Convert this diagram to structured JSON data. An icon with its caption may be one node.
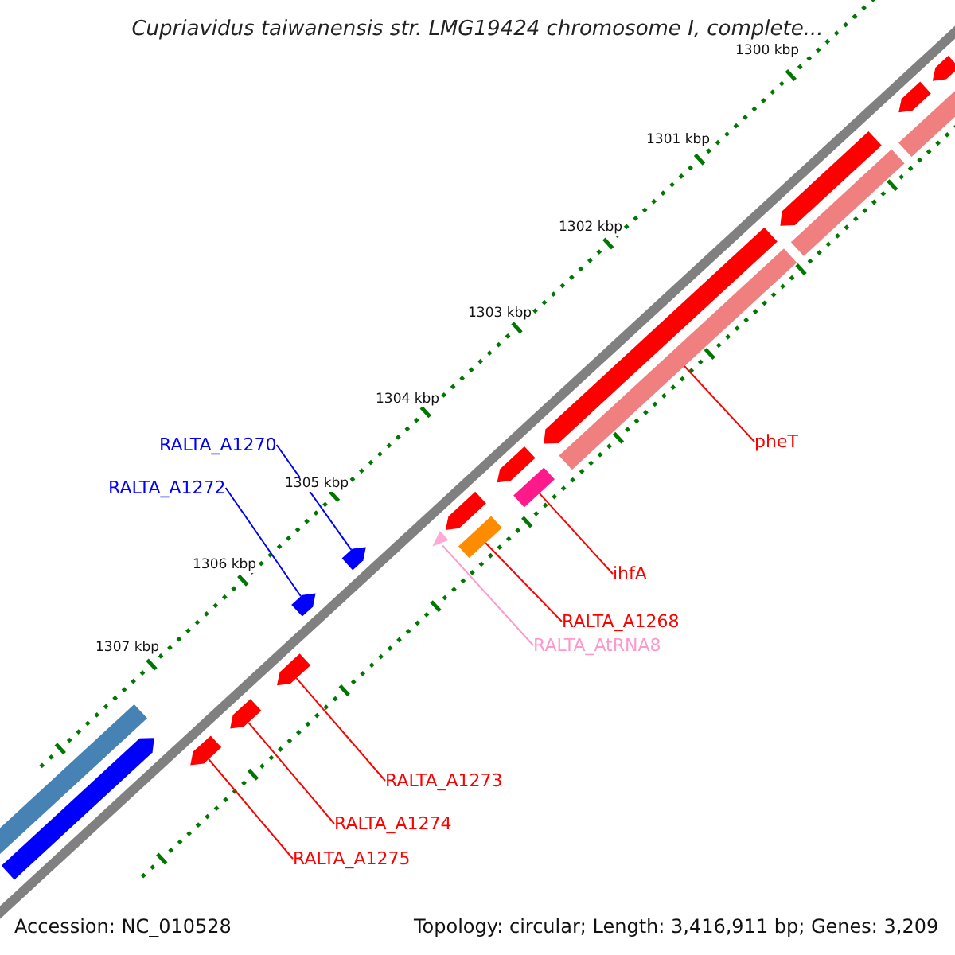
{
  "diagram": {
    "title": "Cupriavidus taiwanensis str. LMG19424 chromosome I, complete...",
    "nodes": [
      {
        "text": [
          "RALTA_A1270"
        ]
      },
      {
        "text": [
          "RALTA_A1272"
        ]
      },
      {
        "text": [
          "pheT"
        ]
      },
      {
        "text": [
          "ihfA"
        ]
      },
      {
        "text": [
          "RALTA_A1268"
        ]
      },
      {
        "text": [
          "RALTA_AtRNA8"
        ]
      },
      {
        "text": [
          "RALTA_A1273"
        ]
      },
      {
        "text": [
          "RALTA_A1274"
        ]
      },
      {
        "text": [
          "RALTA_A1275"
        ]
      },
      {
        "text": [],
        "shape": "pentagon"
      },
      {
        "text": [],
        "shape": "pentagon"
      },
      {
        "text": [],
        "shape": "bar"
      },
      {
        "text": [],
        "shape": "bar"
      },
      {
        "text": [],
        "shape": "bar"
      },
      {
        "text": [],
        "shape": "triangle"
      },
      {
        "text": [],
        "shape": "pentagon"
      },
      {
        "text": [],
        "shape": "pentagon"
      },
      {
        "text": [],
        "shape": "pentagon"
      },
      {
        "text": [],
        "shape": "pentagon"
      },
      {
        "text": [],
        "shape": "pentagon"
      },
      {
        "text": [],
        "shape": "bar"
      },
      {
        "text": [],
        "shape": "pentagon"
      },
      {
        "text": [],
        "shape": "bar"
      },
      {
        "text": [],
        "shape": "pentagon"
      },
      {
        "text": [],
        "shape": "pentagon"
      },
      {
        "text": [],
        "shape": "pentagon"
      },
      {
        "text": [],
        "shape": "pentagon"
      },
      {
        "text": [],
        "shape": "bar"
      }
    ],
    "edges": [
      {
        "from": 0,
        "to": 9,
        "arrow": "none",
        "color": "#0000ff"
      },
      {
        "from": 1,
        "to": 10,
        "arrow": "none",
        "color": "#0000ff"
      },
      {
        "from": 2,
        "to": 11,
        "arrow": "none"
      },
      {
        "from": 3,
        "to": 12,
        "arrow": "none"
      },
      {
        "from": 4,
        "to": 13,
        "arrow": "none"
      },
      {
        "from": 5,
        "to": 14,
        "arrow": "none",
        "color": "#ff99cc"
      },
      {
        "from": 6,
        "to": 15,
        "arrow": "none"
      },
      {
        "from": 7,
        "to": 16,
        "arrow": "none"
      },
      {
        "from": 8,
        "to": 17,
        "arrow": "none"
      }
    ],
    "labels": [
      "1300 kbp",
      "1301 kbp",
      "1302 kbp",
      "1303 kbp",
      "1304 kbp",
      "1305 kbp",
      "1306 kbp",
      "1307 kbp",
      "Accession: NC_010528",
      "Topology: circular; Length: 3,416,911 bp; Genes: 3,209"
    ]
  }
}
